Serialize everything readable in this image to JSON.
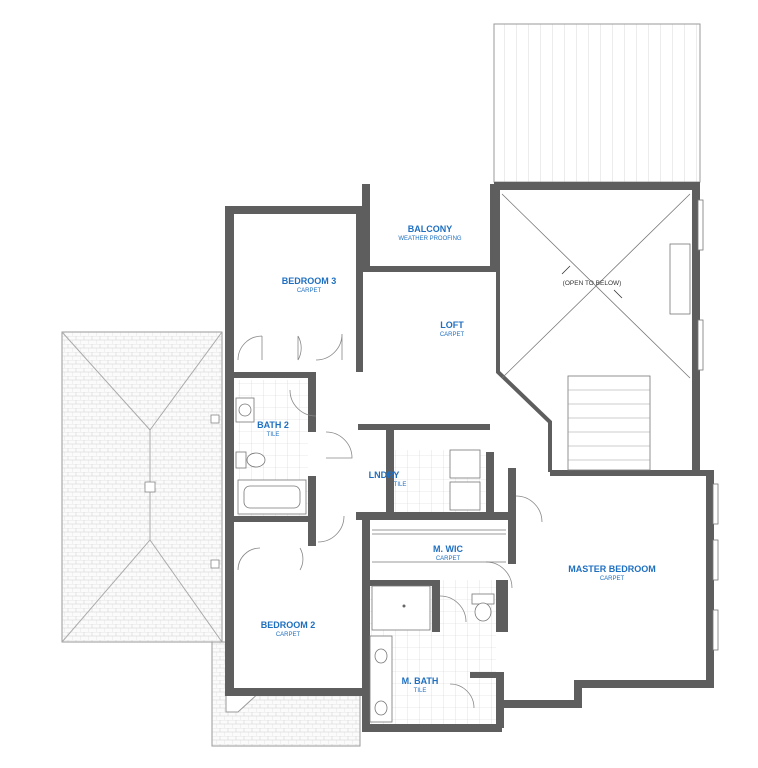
{
  "rooms": [
    {
      "key": "bedroom3",
      "name": "BEDROOM 3",
      "floor": "CARPET"
    },
    {
      "key": "balcony",
      "name": "BALCONY",
      "floor": "WEATHER PROOFING"
    },
    {
      "key": "loft",
      "name": "LOFT",
      "floor": "CARPET"
    },
    {
      "key": "bath2",
      "name": "BATH 2",
      "floor": "TILE"
    },
    {
      "key": "lndry",
      "name": "LNDRY",
      "floor": "TILE"
    },
    {
      "key": "mwic",
      "name": "M. WIC",
      "floor": "CARPET"
    },
    {
      "key": "master",
      "name": "MASTER BEDROOM",
      "floor": "CARPET"
    },
    {
      "key": "bedroom2",
      "name": "BEDROOM 2",
      "floor": "CARPET"
    },
    {
      "key": "mbath",
      "name": "M. BATH",
      "floor": "TILE"
    }
  ],
  "notes": {
    "open_to_below": "(OPEN TO BELOW)"
  },
  "colors": {
    "label": "#1e6fc0",
    "wall": "#5e5e5e",
    "roof_line": "#bdbdbd"
  }
}
